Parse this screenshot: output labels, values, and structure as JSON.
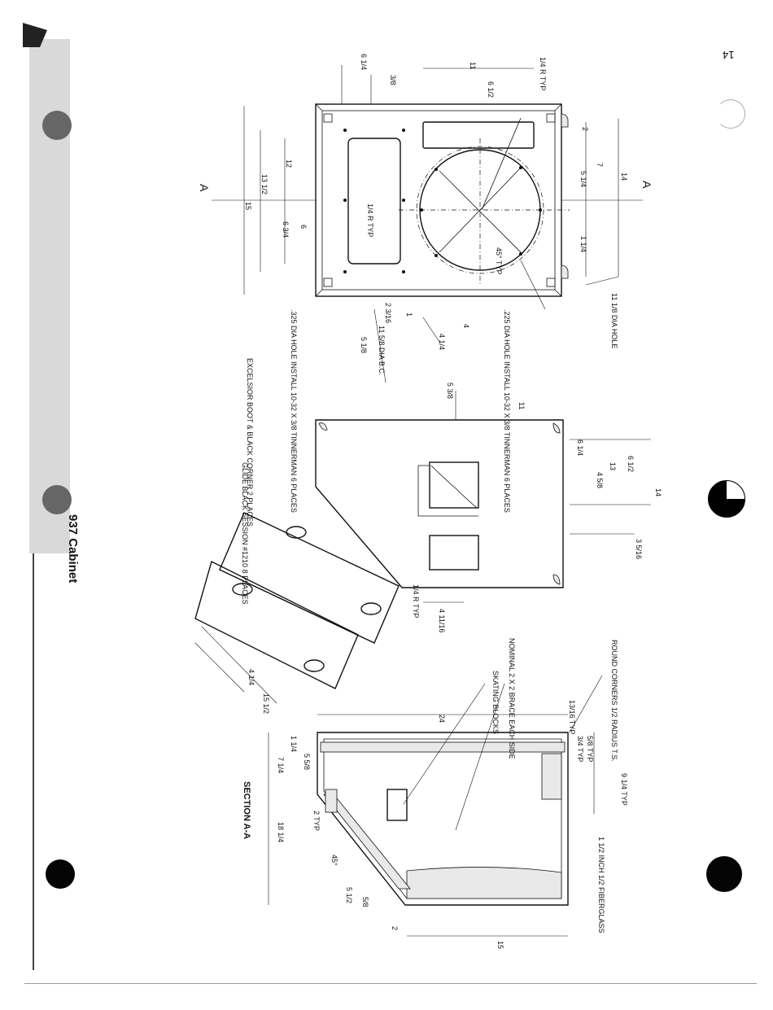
{
  "page": {
    "title": "937 Cabinet",
    "page_number": "14"
  },
  "front_view": {
    "dims": [
      "1/4 R TYP",
      "11",
      "6 1/2",
      "2",
      "7",
      "14",
      "5 1/4",
      "1 1/4",
      "15",
      "13 1/2",
      "12",
      "6 3/4",
      "6",
      "3/8",
      "6 1/4",
      "2 3/16",
      "1",
      "5 1/8",
      "4 1/4",
      "4"
    ],
    "notes": [
      ".325 DIA HOLE INSTALL 10-32 X 3/8 TINNERMAN 6 PLACES",
      ".225 DIA HOLE INSTALL 10-32 X 3/8 TINNERMAN 6 PLACES",
      "11 1/8 DIA HOLE",
      "11 5/8 DIA B.C.",
      "1/4 R TYP",
      "45° TYP"
    ]
  },
  "side_view": {
    "dims": [
      "11",
      "5 3/8",
      "6 1/4",
      "13",
      "4 5/8",
      "6 1/2",
      "14",
      "3 5/16",
      "1/4 R TYP",
      "4 11/16"
    ],
    "notes": [
      "EXCELSIOR BOOT & BLACK CORNER 2 PLACES"
    ]
  },
  "glide_detail": {
    "dims": [
      "4 1/4",
      "15 1/2"
    ],
    "notes": [
      "GLIDE BLACK SESSION #1210 8 PLACES"
    ]
  },
  "section_view": {
    "title": "SECTION A-A",
    "dims": [
      "24",
      "13/16 TYP",
      "3/4 TYP",
      "5/8 TYP",
      "9 1/4 TYP",
      "1 1/4",
      "5 5/8",
      "7 1/4",
      "18 1/4",
      "2 TYP",
      "5 1/2",
      "5/8",
      "2",
      "15",
      "45°"
    ],
    "notes": [
      "ROUND CORNERS 1/2 RADIUS T.S.",
      "NOMINAL 2 X 2 BRACE EACH SIDE",
      "SKATING BLOCKS",
      "1 1/2 INCH 1/2 FIBERGLASS"
    ]
  },
  "section_marker": "A"
}
